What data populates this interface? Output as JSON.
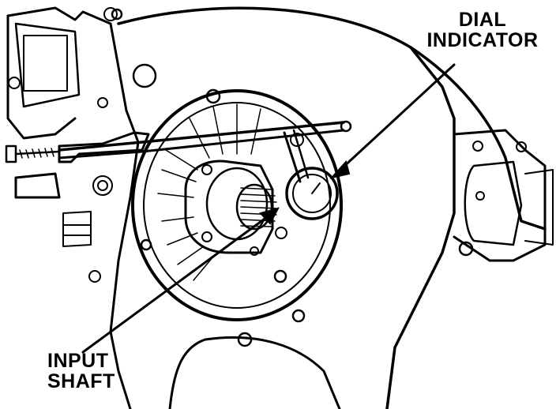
{
  "labels": {
    "dial_indicator": [
      "DIAL",
      "INDICATOR"
    ],
    "input_shaft": [
      "INPUT",
      "SHAFT"
    ]
  },
  "colors": {
    "ink": "#000000",
    "paper": "#ffffff"
  }
}
